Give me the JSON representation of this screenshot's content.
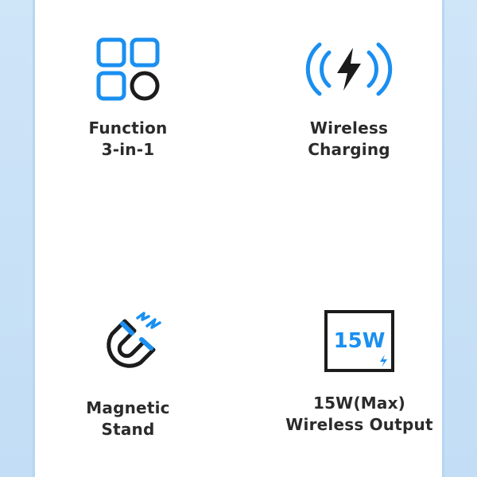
{
  "colors": {
    "accent": "#1a8ff0",
    "dark": "#1c1c1c",
    "text": "#2b2b2b",
    "side_panel": "#cfe5f8"
  },
  "features": [
    {
      "icon": "grid-circle-icon",
      "line1": "Function",
      "line2": "3-in-1"
    },
    {
      "icon": "wireless-bolt-icon",
      "line1": "Wireless",
      "line2": "Charging"
    },
    {
      "icon": "magnet-icon",
      "line1": "Magnetic",
      "line2": "Stand"
    },
    {
      "icon": "power-15w-icon",
      "badge": "15W",
      "line1": "15W(Max)",
      "line2": "Wireless Output"
    }
  ]
}
